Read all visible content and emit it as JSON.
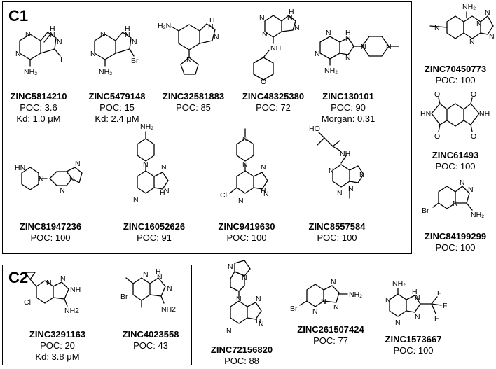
{
  "groups": [
    {
      "label": "C1"
    },
    {
      "label": "C2"
    }
  ],
  "compounds": {
    "c_5814210": {
      "id": "ZINC5814210",
      "lines": [
        "POC: 3.6",
        "Kd: 1.0 μM"
      ]
    },
    "c_5479148": {
      "id": "ZINC5479148",
      "lines": [
        "POC: 15",
        "Kd: 2.4 μM"
      ]
    },
    "c_32581883": {
      "id": "ZINC32581883",
      "lines": [
        "POC: 85"
      ]
    },
    "c_48325380": {
      "id": "ZINC48325380",
      "lines": [
        "POC: 72"
      ]
    },
    "c_130101": {
      "id": "ZINC130101",
      "lines": [
        "POC: 90",
        "Morgan: 0.31"
      ]
    },
    "c_81947236": {
      "id": "ZINC81947236",
      "lines": [
        "POC: 100"
      ]
    },
    "c_16052626": {
      "id": "ZINC16052626",
      "lines": [
        "POC: 91"
      ]
    },
    "c_9419630": {
      "id": "ZINC9419630",
      "lines": [
        "POC: 100"
      ]
    },
    "c_8557584": {
      "id": "ZINC8557584",
      "lines": [
        "POC: 100"
      ]
    },
    "c_70450773": {
      "id": "ZINC70450773",
      "lines": [
        "POC: 100"
      ]
    },
    "c_61493": {
      "id": "ZINC61493",
      "lines": [
        "POC: 100"
      ]
    },
    "c_84199299": {
      "id": "ZINC84199299",
      "lines": [
        "POC: 100"
      ]
    },
    "c_3291163": {
      "id": "ZINC3291163",
      "lines": [
        "POC: 20",
        "Kd: 3.8 μM"
      ]
    },
    "c_4023558": {
      "id": "ZINC4023558",
      "lines": [
        "POC: 43"
      ]
    },
    "c_72156820": {
      "id": "ZINC72156820",
      "lines": [
        "POC: 88"
      ]
    },
    "c_261507424": {
      "id": "ZINC261507424",
      "lines": [
        "POC: 77"
      ]
    },
    "c_1573667": {
      "id": "ZINC1573667",
      "lines": [
        "POC: 100"
      ]
    }
  },
  "atoms": {
    "nh": "NH",
    "h": "H",
    "n": "N",
    "nh2": "NH₂",
    "nh2b": "NH2",
    "i": "I",
    "br": "Br",
    "cl": "Cl",
    "o": "O",
    "ho": "HO",
    "f": "F",
    "hn": "HN",
    "h2n": "H₂N"
  }
}
